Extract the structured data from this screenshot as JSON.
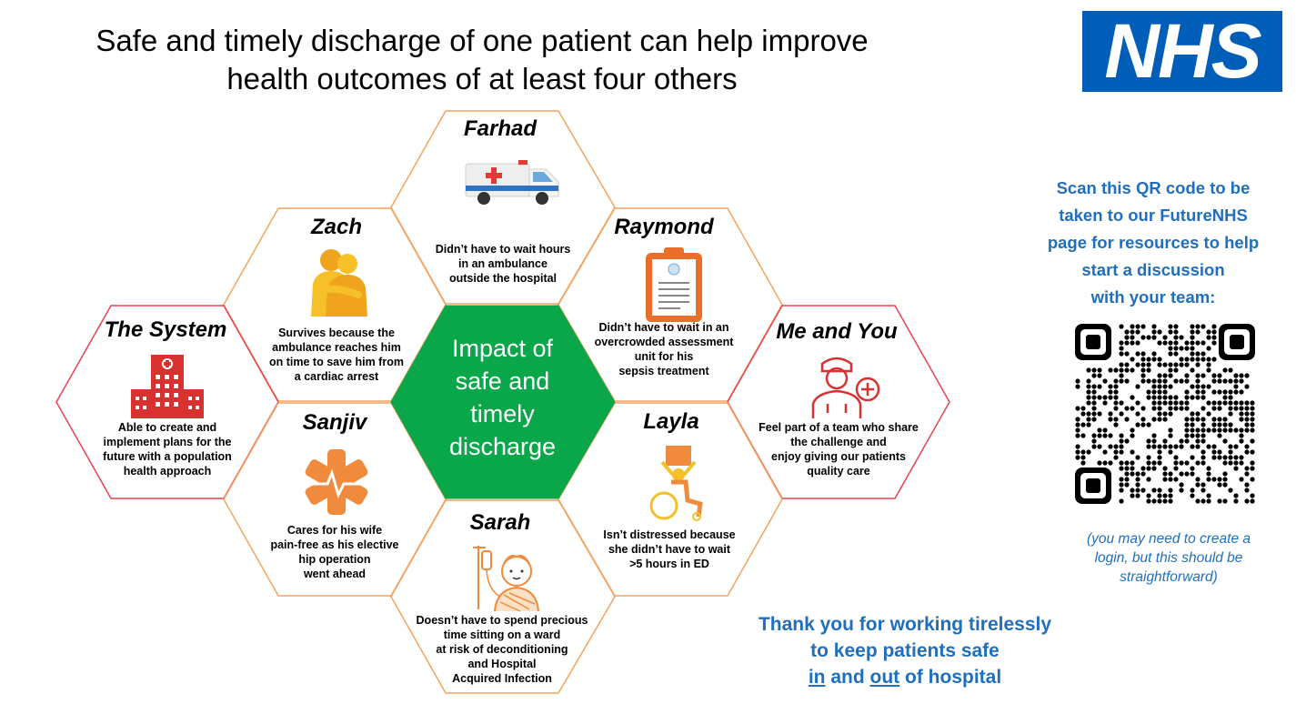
{
  "title": {
    "line1": "Safe and timely discharge of one patient can help improve",
    "line2": "health outcomes of at least four others"
  },
  "logo": {
    "text": "NHS",
    "color": "#005eb8"
  },
  "center": {
    "label_lines": [
      "Impact of",
      "safe and",
      "timely",
      "discharge"
    ],
    "color": "#0aa64a"
  },
  "people": {
    "farhad": {
      "name": "Farhad",
      "icon": "ambulance-icon",
      "desc": [
        "Didn’t have to wait hours",
        "in an ambulance",
        "outside the hospital"
      ]
    },
    "zach": {
      "name": "Zach",
      "icon": "hug-icon",
      "desc": [
        "Survives because the",
        "ambulance reaches him",
        "on time to save him from",
        "a cardiac arrest"
      ]
    },
    "raymond": {
      "name": "Raymond",
      "icon": "clipboard-icon",
      "desc": [
        "Didn’t have to wait in an",
        "overcrowded assessment",
        "unit for his",
        "sepsis treatment"
      ]
    },
    "system": {
      "name": "The System",
      "icon": "hospital-icon",
      "desc": [
        "Able to create and",
        "implement plans for the",
        "future with a population",
        "health approach"
      ]
    },
    "meyou": {
      "name": "Me and You",
      "icon": "nurse-icon",
      "desc": [
        "Feel part of a team who share",
        "the challenge and",
        "enjoy giving our patients",
        "quality care"
      ]
    },
    "sanjiv": {
      "name": "Sanjiv",
      "icon": "medical-star-icon",
      "desc": [
        "Cares for his wife",
        "pain-free as his elective",
        "hip operation",
        "went ahead"
      ]
    },
    "layla": {
      "name": "Layla",
      "icon": "wheelchair-icon",
      "desc": [
        "Isn’t distressed because",
        "she didn’t have to wait",
        ">5 hours in ED"
      ]
    },
    "sarah": {
      "name": "Sarah",
      "icon": "patient-drip-icon",
      "desc": [
        "Doesn’t have to spend precious",
        "time sitting on a ward",
        "at risk of deconditioning",
        "and Hospital",
        "Acquired Infection"
      ]
    }
  },
  "qr": {
    "lines": [
      "Scan this QR code to be",
      "taken to our FutureNHS",
      "page for resources to help",
      "start a discussion",
      "with your team:"
    ],
    "note": [
      "(you may need to create a",
      "login, but this should be",
      "straightforward)"
    ]
  },
  "thanks": {
    "line1": "Thank you for working tirelessly",
    "line2": "to keep patients safe",
    "in_word": "in",
    "and_word": " and ",
    "out_word": "out",
    "tail": " of hospital"
  },
  "colors": {
    "accent_blue": "#1f6fbe",
    "hex_orange": "#f4a460",
    "hex_red": "#e8424f",
    "icon_orange": "#f08a3c",
    "icon_red": "#d9312f"
  }
}
